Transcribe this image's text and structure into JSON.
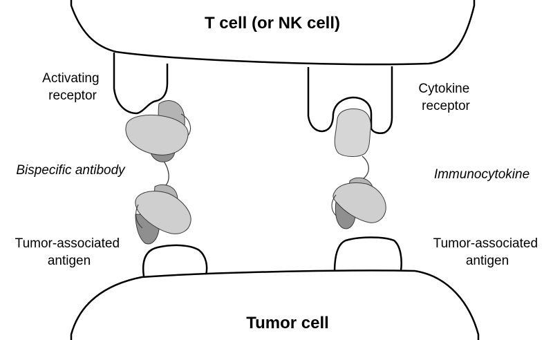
{
  "labels": {
    "t_cell": "T cell (or NK cell)",
    "tumor_cell": "Tumor cell",
    "activating_receptor": [
      "Activating",
      "receptor"
    ],
    "cytokine_receptor": [
      "Cytokine",
      "receptor"
    ],
    "bispecific_antibody": "Bispecific antibody",
    "immunocytokine": "Immunocytokine",
    "tumor_antigen_left": [
      "Tumor-associated",
      "antigen"
    ],
    "tumor_antigen_right": [
      "Tumor-associated",
      "antigen"
    ]
  },
  "colors": {
    "outline": "#000000",
    "domain_light": "#cfcfcf",
    "domain_mid": "#b4b4b4",
    "domain_dark": "#8f8f8f",
    "cytokine": "#d6d6d6",
    "background": "#ffffff"
  }
}
